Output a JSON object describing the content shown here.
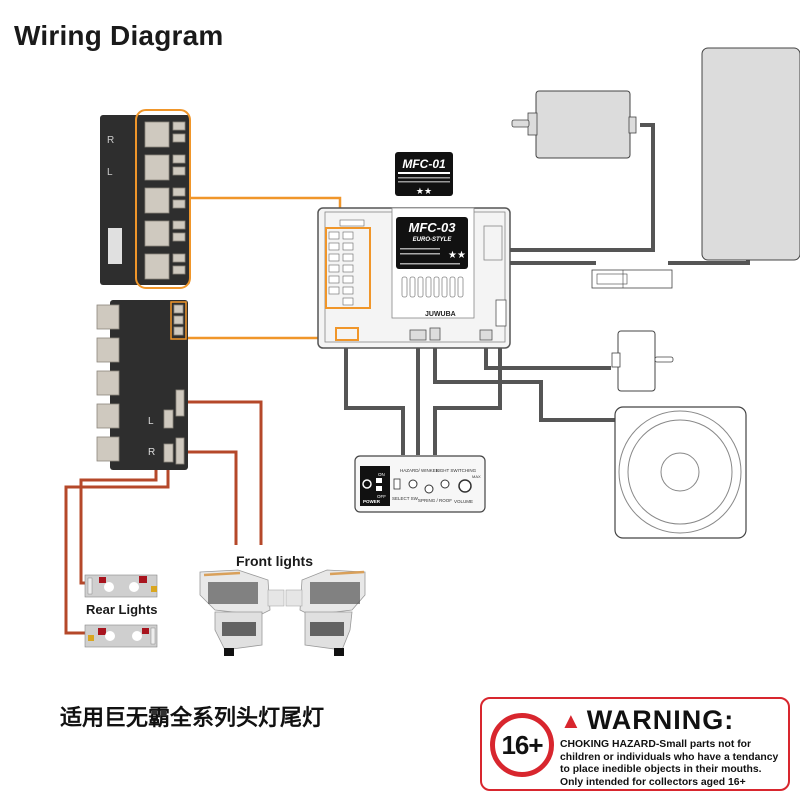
{
  "title": "Wiring Diagram",
  "colors": {
    "orange_wire": "#f0962a",
    "red_wire": "#b5482a",
    "gray_wire": "#555555",
    "warning_red": "#d8262e",
    "module_dark": "#2e2e2e",
    "device_gray": "#dcdcdc"
  },
  "components": {
    "mfc01_label": "MFC-01",
    "mfc03_label": "MFC-03",
    "mfc03_sub": "EURO-STYLE",
    "brand": "JUWUBA",
    "module_top_side_labels": [
      "R",
      "L"
    ],
    "module_bottom_side_labels": [
      "L",
      "R"
    ],
    "control_panel": {
      "power": "POWER",
      "on": "ON",
      "off": "OFF",
      "hazard": "HAZARD/ WINKER",
      "light": "LIGHT SWITCHING",
      "select": "SELECT SW.",
      "spring": "SPRING / ROOF",
      "volume": "VOLUME",
      "max": "MAX"
    }
  },
  "labels": {
    "front_lights": "Front lights",
    "rear_lights": "Rear Lights"
  },
  "chinese_caption": "适用巨无霸全系列头灯尾灯",
  "warning": {
    "age": "16+",
    "heading": "WARNING:",
    "body": "CHOKING HAZARD-Small parts not for children or individuals who have a tendancy to place inedible objects in their mouths. Only intended for collectors aged 16+"
  }
}
